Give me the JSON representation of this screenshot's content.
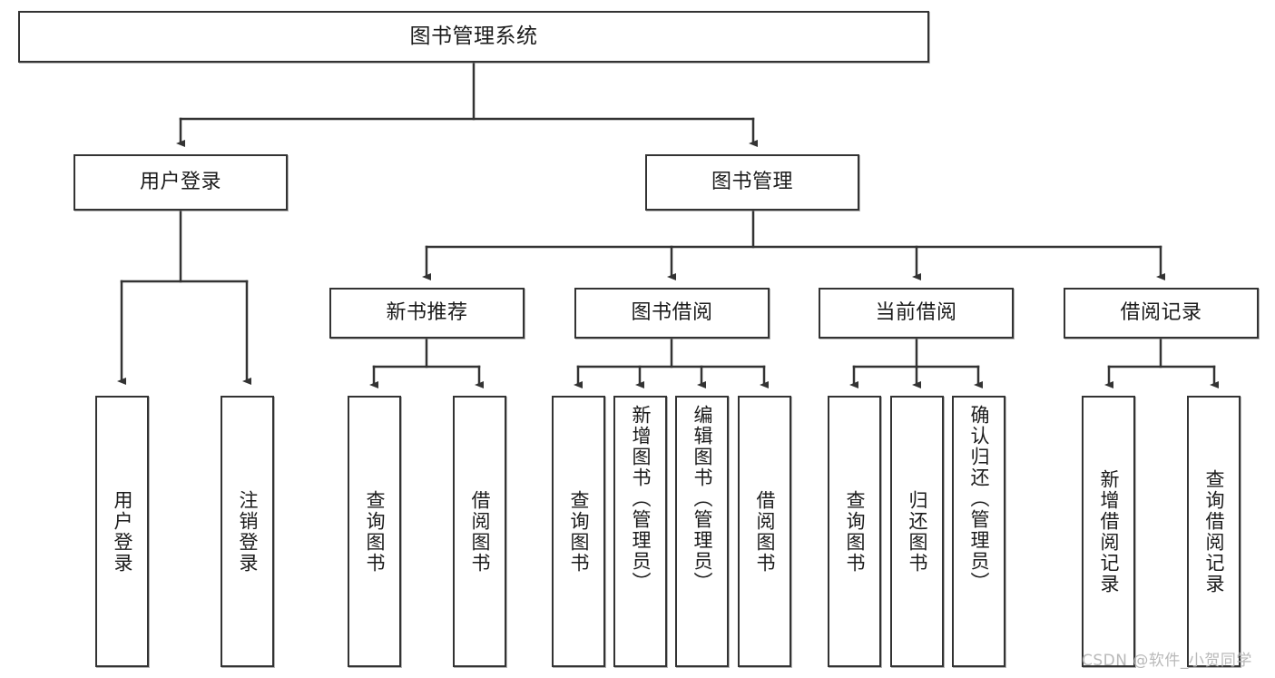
{
  "diagram": {
    "title": "图书管理系统",
    "type": "hierarchy-tree",
    "colors": {
      "box_border": "#333333",
      "box_fill": "#ffffff",
      "edge": "#333333",
      "text": "#1b1b1b",
      "watermark": "#b9b9b9",
      "background": "#ffffff"
    },
    "nodes": {
      "root": {
        "label": "图书管理系统"
      },
      "level2": [
        {
          "id": "user-login",
          "label": "用户登录"
        },
        {
          "id": "book-management",
          "label": "图书管理"
        }
      ],
      "level3": [
        {
          "id": "new-book-recommend",
          "label": "新书推荐"
        },
        {
          "id": "book-borrow",
          "label": "图书借阅"
        },
        {
          "id": "current-borrow",
          "label": "当前借阅"
        },
        {
          "id": "borrow-record",
          "label": "借阅记录"
        }
      ],
      "leaves": [
        {
          "id": "leaf-user-login",
          "label": "用户登录",
          "parent": "user-login"
        },
        {
          "id": "leaf-logout-login",
          "label": "注销登录",
          "parent": "user-login"
        },
        {
          "id": "leaf-query-book-1",
          "label": "查询图书",
          "parent": "new-book-recommend"
        },
        {
          "id": "leaf-borrow-book-1",
          "label": "借阅图书",
          "parent": "new-book-recommend"
        },
        {
          "id": "leaf-query-book-2",
          "label": "查询图书",
          "parent": "book-borrow"
        },
        {
          "id": "leaf-add-book",
          "label": "新增图书（管理员）",
          "parent": "book-borrow"
        },
        {
          "id": "leaf-edit-book",
          "label": "编辑图书（管理员）",
          "parent": "book-borrow"
        },
        {
          "id": "leaf-borrow-book-2",
          "label": "借阅图书",
          "parent": "book-borrow"
        },
        {
          "id": "leaf-query-book-3",
          "label": "查询图书",
          "parent": "current-borrow"
        },
        {
          "id": "leaf-return-book",
          "label": "归还图书",
          "parent": "current-borrow"
        },
        {
          "id": "leaf-confirm-return",
          "label": "确认归还（管理员）",
          "parent": "current-borrow"
        },
        {
          "id": "leaf-add-record",
          "label": "新增借阅记录",
          "parent": "borrow-record"
        },
        {
          "id": "leaf-query-record",
          "label": "查询借阅记录",
          "parent": "borrow-record"
        }
      ]
    },
    "watermark": "CSDN @软件_小贺同学"
  }
}
